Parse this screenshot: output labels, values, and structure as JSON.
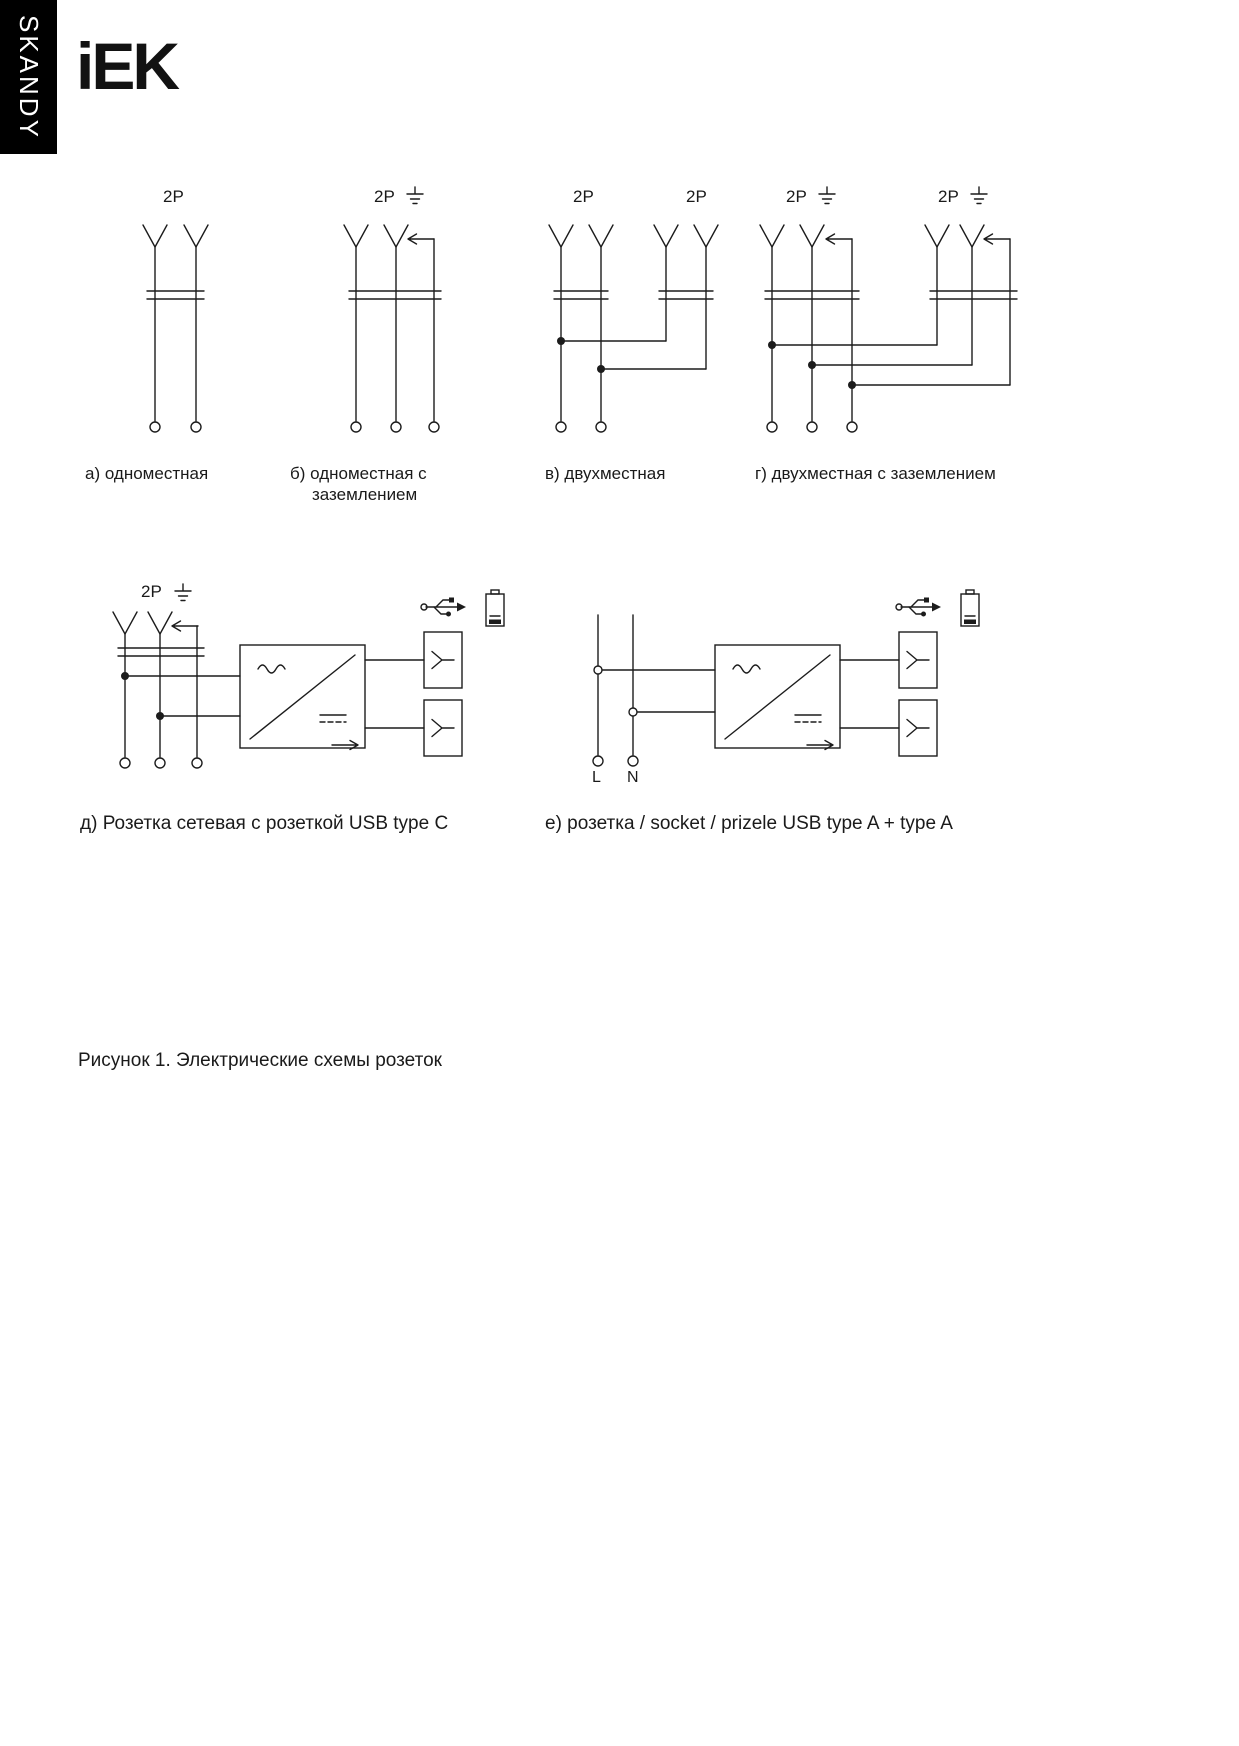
{
  "page": {
    "series_tab": "SKANDY",
    "logo_text": "iEK",
    "caption": "Рисунок 1. Электрические схемы розеток"
  },
  "labels": {
    "pole_2p": "2P",
    "diagram_a": "а) одноместная",
    "diagram_b_line1": "б) одноместная с",
    "diagram_b_line2": "заземлением",
    "diagram_c": "в) двухместная",
    "diagram_d": "г) двухместная с заземлением",
    "diagram_e": "д) Розетка сетевая с розеткой USB type C",
    "diagram_f": "е) розетка / socket / prizele USB type A + type A",
    "line_l": "L",
    "line_n": "N"
  },
  "icons": {
    "ground": "ground-icon",
    "socket_contact": "socket-contact-fork-icon",
    "ground_contact": "ground-contact-arrow-icon",
    "usb": "usb-icon",
    "battery": "battery-icon"
  },
  "colors": {
    "line": "#1c1c1c",
    "text": "#1a1a1a",
    "tab_bg": "#000000",
    "tab_text": "#ffffff",
    "page_bg": "#ffffff"
  }
}
